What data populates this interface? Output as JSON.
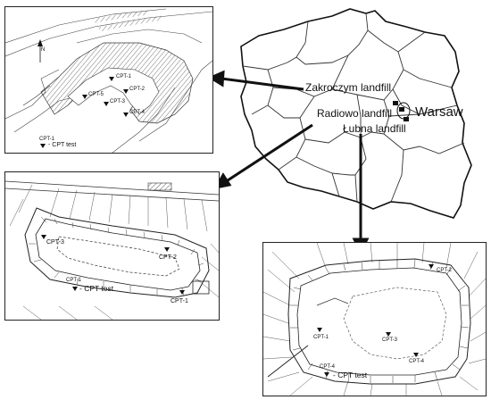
{
  "country_map": {
    "city": "Warsaw",
    "landfills": [
      "Zakroczym landfill",
      "Radiowo landfill",
      "Łubna landfill"
    ]
  },
  "panel_zakroczym": {
    "points": [
      "CPT-1",
      "CPT-2",
      "CPT-3",
      "CPT-4",
      "CPT-5"
    ],
    "legend_code": "CPT-1",
    "legend_text": "- CPT test",
    "north": "N"
  },
  "panel_radiowo": {
    "points": [
      "CPT-1",
      "CPT-2",
      "CPT-3"
    ],
    "legend_code": "CPT-1",
    "legend_text": "- CPT test"
  },
  "panel_lubna": {
    "points": [
      "CPT-1",
      "CPT-2",
      "CPT-3",
      "CPT-4"
    ],
    "legend_code": "CPT-4",
    "legend_text": "- CPT test"
  },
  "colors": {
    "line": "#222222",
    "hatch": "#555555"
  }
}
